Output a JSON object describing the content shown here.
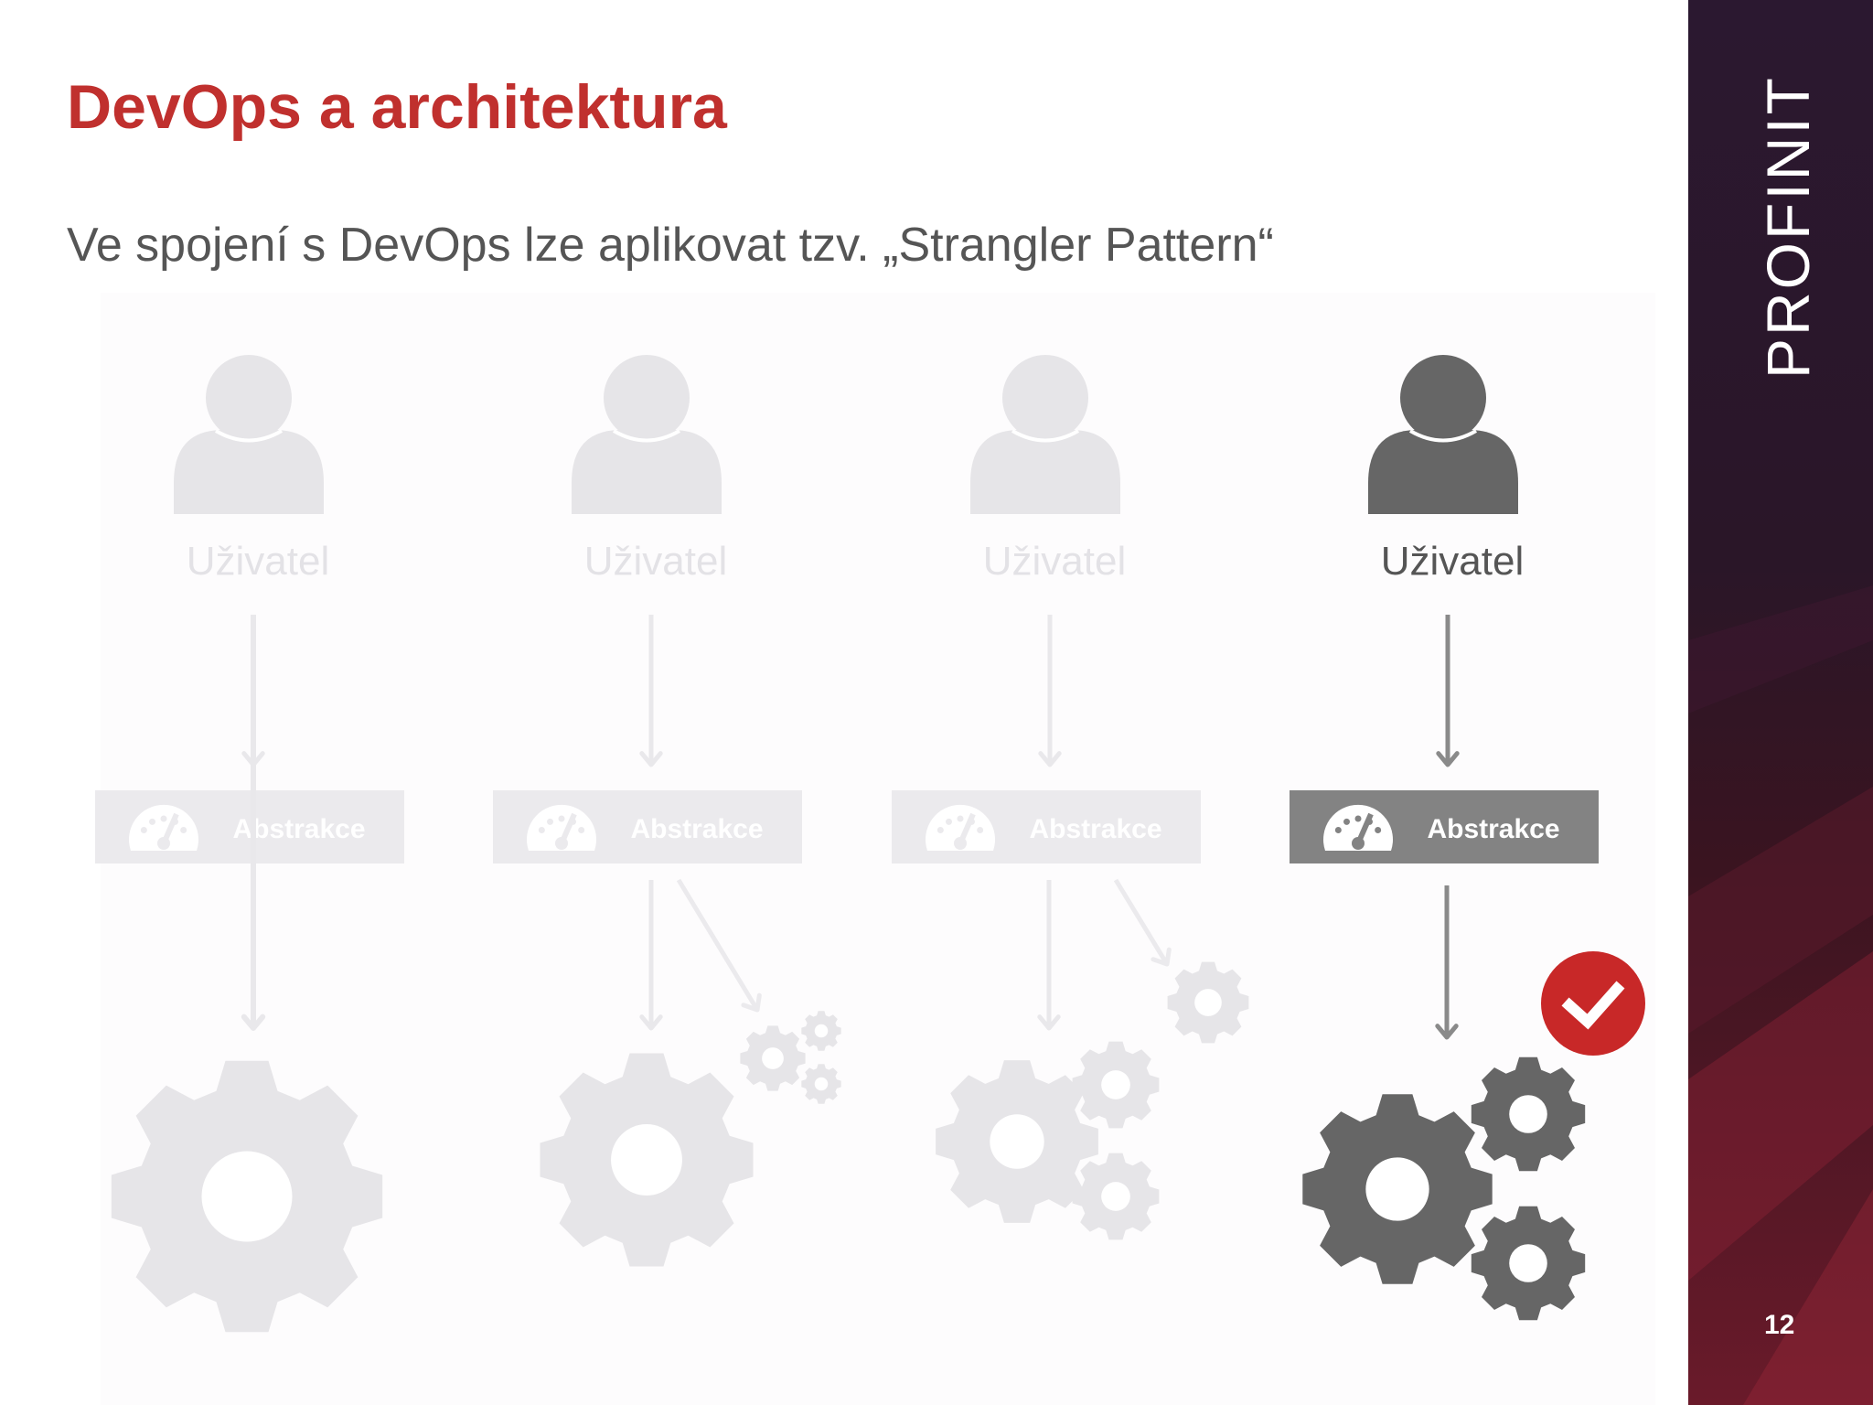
{
  "slide": {
    "title": "DevOps a architektura",
    "subtitle": "Ve spojení s DevOps lze aplikovat tzv. „Strangler Pattern“",
    "logo": "PROFINIT",
    "page_number": "12"
  },
  "colors": {
    "title": "#c0302e",
    "faded": "#e6e5e8",
    "active": "#666666",
    "active_box": "#838383",
    "check": "#c82828"
  },
  "diagram": {
    "stages": [
      {
        "user_label": "Uživatel",
        "abstraction_label": "Abstrakce",
        "icons": [
          "user-icon",
          "gauge-icon",
          "gear-icon"
        ]
      },
      {
        "user_label": "Uživatel",
        "abstraction_label": "Abstrakce",
        "icons": [
          "user-icon",
          "gauge-icon",
          "gear-icon",
          "small-gears-icon"
        ]
      },
      {
        "user_label": "Uživatel",
        "abstraction_label": "Abstrakce",
        "icons": [
          "user-icon",
          "gauge-icon",
          "gear-icon",
          "gear-icon",
          "gear-icon",
          "gear-icon"
        ]
      },
      {
        "user_label": "Uživatel",
        "abstraction_label": "Abstrakce",
        "icons": [
          "user-icon",
          "gauge-icon",
          "gear-icon",
          "gear-icon",
          "gear-icon",
          "check-icon"
        ]
      }
    ]
  }
}
